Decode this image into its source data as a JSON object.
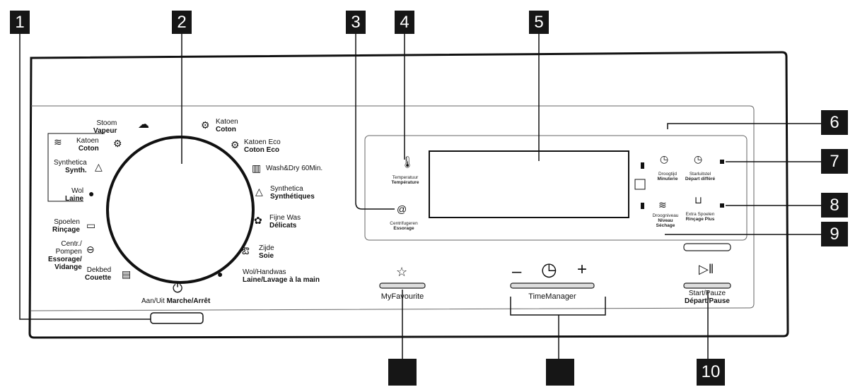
{
  "callouts": [
    "1",
    "2",
    "3",
    "4",
    "5",
    "6",
    "7",
    "8",
    "9",
    "10"
  ],
  "dial_programs": {
    "vapeur": {
      "nl": "Stoom",
      "fr": "Vapeur"
    },
    "katoen_left": {
      "nl": "Katoen",
      "fr": "Coton"
    },
    "synthetica_left": {
      "nl": "Synthetica",
      "fr": "Synth."
    },
    "wol": {
      "nl": "Wol",
      "fr": "Laine"
    },
    "spoelen": {
      "nl": "Spoelen",
      "fr": "Rinçage"
    },
    "centr": {
      "nl1": "Centr./",
      "nl2": "Pompen",
      "fr1": "Essorage/",
      "fr2": "Vidange"
    },
    "dekbed": {
      "nl": "Dekbed",
      "fr": "Couette"
    },
    "power": {
      "nl": "Aan/Uit",
      "fr": "Marche/Arrêt"
    },
    "katoen_right": {
      "nl": "Katoen",
      "fr": "Coton"
    },
    "katoen_eco": {
      "nl": "Katoen Eco",
      "fr": "Coton Eco"
    },
    "wash_dry": {
      "label": "Wash&Dry 60Min."
    },
    "synthetica_right": {
      "nl": "Synthetica",
      "fr": "Synthétiques"
    },
    "fijne_was": {
      "nl": "Fijne Was",
      "fr": "Délicats"
    },
    "zijde": {
      "nl": "Zijde",
      "fr": "Soie"
    },
    "wol_handwas": {
      "nl": "Wol/Handwas",
      "fr": "Laine/Lavage à la main"
    }
  },
  "display_panel": {
    "temperature": {
      "nl": "Temperatuur",
      "fr": "Température"
    },
    "spin": {
      "nl": "Centrifugeren",
      "fr": "Essorage"
    },
    "dry_time": {
      "nl": "Droogtijd",
      "fr": "Minuterie"
    },
    "delay": {
      "nl": "Starluitstel",
      "fr": "Départ différé"
    },
    "dry_level": {
      "nl": "Droogniveau",
      "fr1": "Niveau",
      "fr2": "Séchage"
    },
    "extra_rinse": {
      "nl": "Extra Spoelen",
      "fr": "Rinçage Plus"
    }
  },
  "controls": {
    "my_favourite": "MyFavourite",
    "time_manager": "TimeManager",
    "minus": "–",
    "plus": "+",
    "start_nl": "Start/Pauze",
    "start_fr": "Départ/Pause"
  },
  "icons": {
    "steam": "cloud-steam-icon",
    "cotton": "shirt-icon",
    "synthetics": "triangle-icon",
    "wool": "wool-ball-icon",
    "rinse": "basin-icon",
    "spin_drain": "pump-icon",
    "duvet": "duvet-icon",
    "power": "power-icon",
    "wash_dry": "wash-dry-icon",
    "delicates": "flower-icon",
    "silk": "butterfly-icon",
    "handwash": "hand-basin-icon",
    "thermometer": "thermometer-icon",
    "spin": "spiral-icon",
    "timer": "clock-icon",
    "star": "star-icon",
    "play_pause": "play-pause-icon"
  }
}
